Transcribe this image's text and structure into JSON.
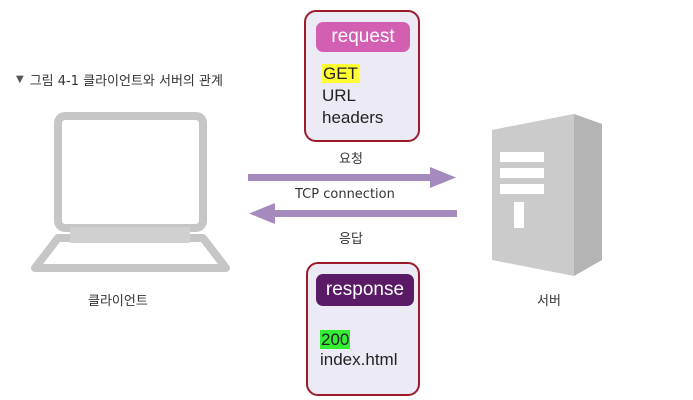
{
  "caption": {
    "marker": "▼",
    "text": "그림 4-1  클라이언트와 서버의 관계"
  },
  "request": {
    "title": "request",
    "fields": [
      "GET",
      "URL",
      "headers"
    ]
  },
  "response": {
    "title": "response",
    "fields": [
      "200",
      "index.html"
    ]
  },
  "connection": {
    "request_label": "요청",
    "middle_label": "TCP connection",
    "response_label": "응답"
  },
  "client": {
    "label": "클라이언트"
  },
  "server": {
    "label": "서버"
  },
  "colors": {
    "arrow": "#a58bbd",
    "card_border": "#9b1b2b",
    "card_bg": "#eceaf5",
    "request_pill": "#d35fb2",
    "response_pill": "#5a1a66",
    "highlight_method": "#ffff33",
    "highlight_status": "#33ee33",
    "device_gray": "#c6c6c6"
  }
}
